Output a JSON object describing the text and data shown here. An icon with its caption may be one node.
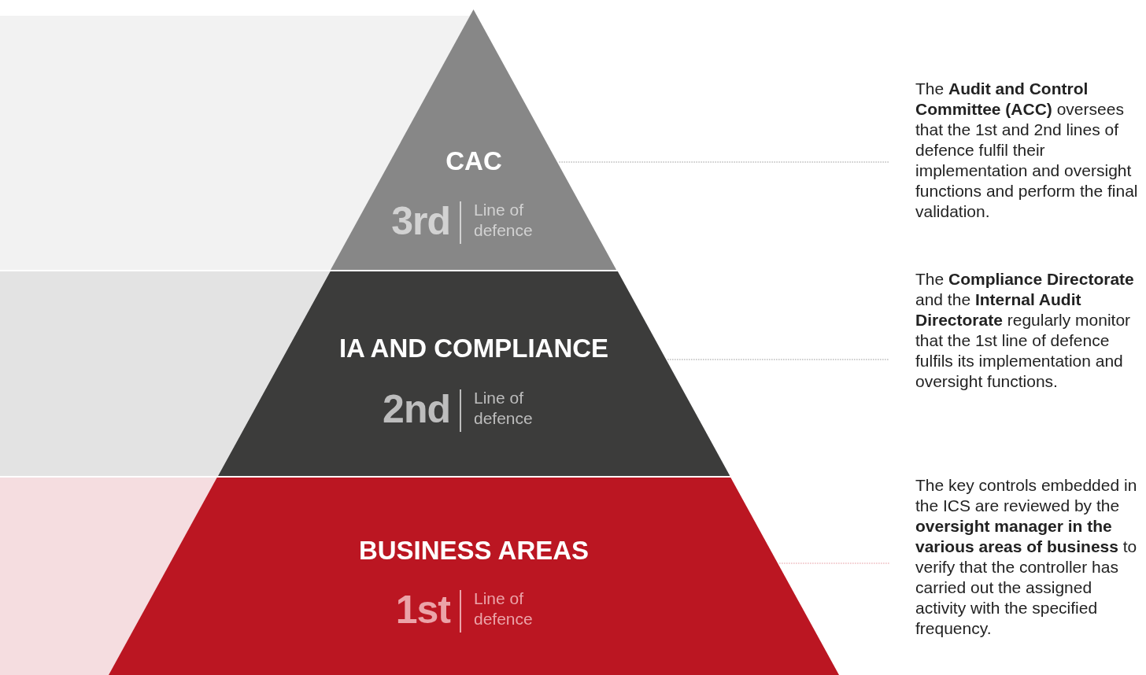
{
  "diagram": {
    "nodes": [
      {
        "text": [
          "CAC",
          "3rd",
          "Line of defence"
        ]
      },
      {
        "text": [
          "The **Audit and Control Committee (ACC)** oversees that the 1st and 2nd lines of defence fulfil their implementation and oversight functions and perform the final validation."
        ]
      },
      {
        "text": [
          "IA AND COMPLIANCE",
          "2nd",
          "Line of defence"
        ]
      },
      {
        "text": [
          "The **Compliance Directorate** and the **Internal Audit Directorate** regularly monitor that the 1st line of defence fulfils its implementation and oversight functions."
        ]
      },
      {
        "text": [
          "BUSINESS AREAS",
          "1st",
          "Line of defence"
        ]
      },
      {
        "text": [
          "The key controls embedded in the ICS are reviewed by the **oversight manager in the various areas of business** to verify that the controller has carried out the assigned activity with the specified frequency."
        ]
      }
    ],
    "edges": [
      {
        "from": 0,
        "to": 1,
        "arrow": "none",
        "style": "dashed"
      },
      {
        "from": 2,
        "to": 3,
        "arrow": "none",
        "style": "dashed"
      },
      {
        "from": 4,
        "to": 5,
        "arrow": "none",
        "style": "dashed",
        "color": "#e5959b"
      }
    ]
  }
}
